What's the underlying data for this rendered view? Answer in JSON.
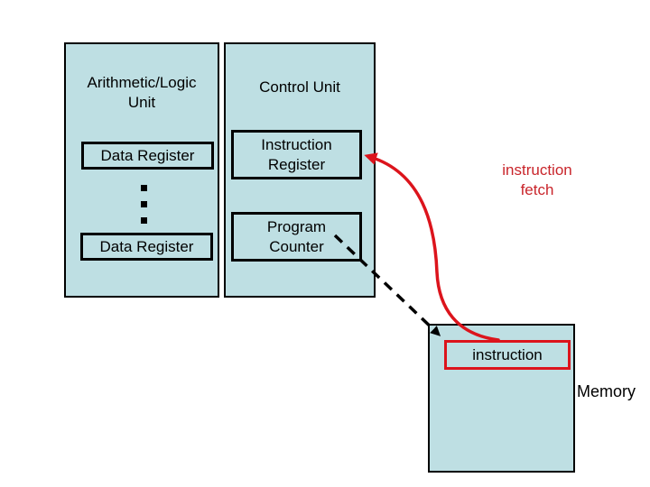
{
  "colors": {
    "panel_fill": "#bedfe3",
    "arrow_red": "#dc141c",
    "red_text": "#c9252b",
    "arrow_black": "#000000"
  },
  "alu_panel": {
    "title": "Arithmetic/Logic\nUnit",
    "data_registers": [
      "Data Register",
      "Data Register"
    ]
  },
  "control_unit_panel": {
    "title": "Control Unit",
    "instruction_register_label": "Instruction\nRegister",
    "program_counter_label": "Program\nCounter"
  },
  "memory_panel": {
    "label": "Memory",
    "instruction_cell_label": "instruction"
  },
  "annotations": {
    "instruction_fetch_label": "instruction\nfetch"
  }
}
